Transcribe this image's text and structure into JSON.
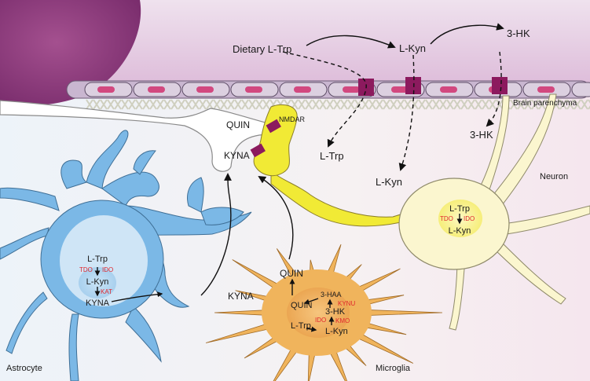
{
  "colors": {
    "vessel_top": "#d9b2d6",
    "vessel_bottom": "#f6eef3",
    "blood_cell": "#8e3b7f",
    "receptor": "#8c1a5e",
    "neuron": "#f1ea35",
    "neuron_pale": "#fbf6cf",
    "astrocyte": "#7bb8e6",
    "microglia": "#f0b45c",
    "enzyme": "#e0262c"
  },
  "labels": {
    "dietary_trp": "Dietary L-Trp",
    "lkyn_blood": "L-Kyn",
    "hk_blood": "3-HK",
    "brain_parenchyma": "Brain parenchyma",
    "ltrp_brain": "L-Trp",
    "lkyn_brain": "L-Kyn",
    "hk_brain": "3-HK",
    "neuron": "Neuron",
    "quin_synapse": "QUIN",
    "kyna_synapse": "KYNA",
    "nmdar": "NMDAR",
    "astrocyte": "Astrocyte",
    "microglia": "Microglia",
    "kyna_released": "KYNA",
    "quin_released": "QUIN"
  },
  "neuron_soma": {
    "ltrp": "L-Trp",
    "tdo": "TDO",
    "ido": "IDO",
    "lkyn": "L-Kyn"
  },
  "astrocyte_soma": {
    "ltrp": "L-Trp",
    "tdo": "TDO",
    "ido": "IDO",
    "lkyn": "L-Kyn",
    "kat": "KAT",
    "kyna": "KYNA"
  },
  "microglia_soma": {
    "haa": "3-HAA",
    "kynu": "KYNU",
    "quin": "QUIN",
    "hk": "3-HK",
    "kmo": "KMO",
    "ltrp": "L-Trp",
    "ido": "IDO",
    "lkyn": "L-Kyn"
  }
}
